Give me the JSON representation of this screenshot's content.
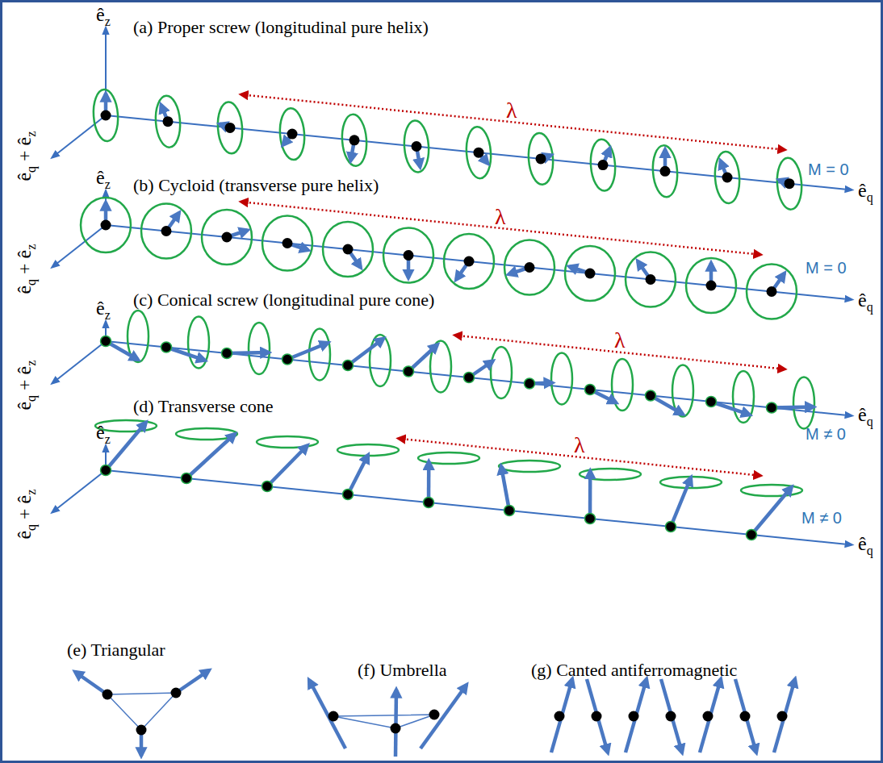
{
  "diagram": {
    "labels": [
      "êz",
      "(a) Proper screw (longitudinal pure helix)",
      "λ",
      "êq + êz",
      "M = 0",
      "êq",
      "êz",
      "(b) Cycloid (transverse pure helix)",
      "λ",
      "êq + êz",
      "M = 0",
      "êq",
      "êz",
      "(c) Conical screw (longitudinal pure cone)",
      "λ",
      "êq + êz",
      "M ≠ 0",
      "êq",
      "êz",
      "(d) Transverse cone",
      "λ",
      "êq + êz",
      "M ≠ 0",
      "êq",
      "(e) Triangular",
      "(f) Umbrella",
      "(g) Canted antiferromagnetic"
    ]
  }
}
